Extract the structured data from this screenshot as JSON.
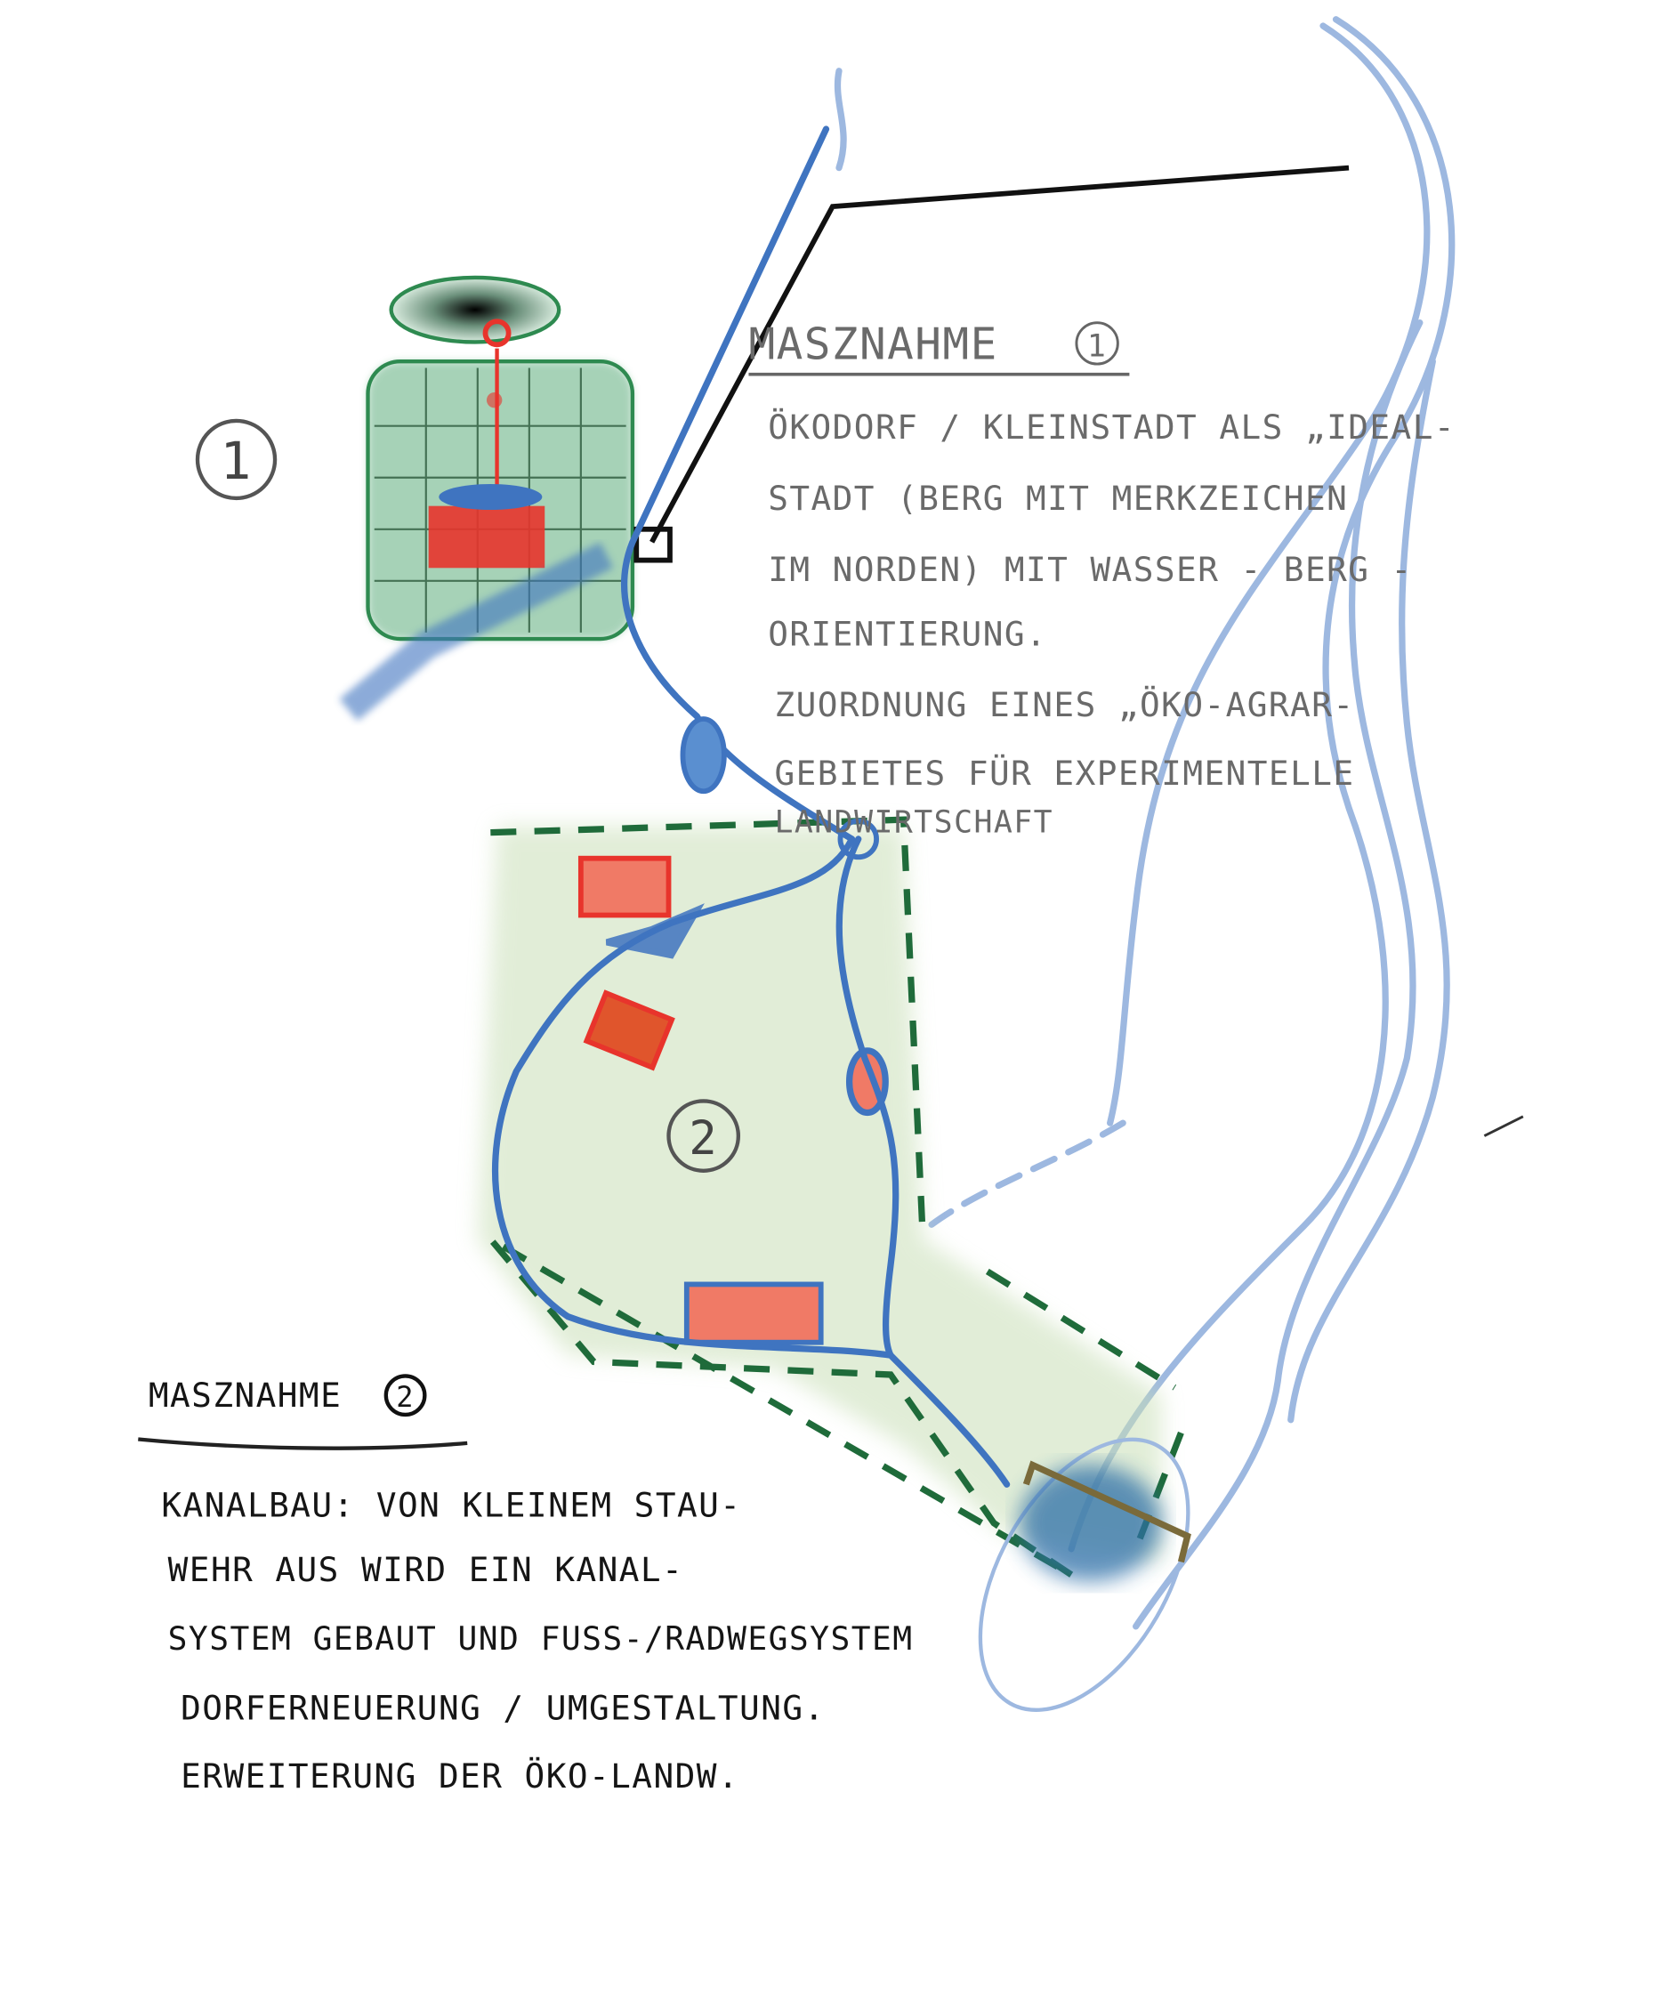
{
  "measure1": {
    "badge": "1",
    "title": "MASZNAHME",
    "title_badge": "1",
    "lines": [
      "ÖKODORF / KLEINSTADT ALS „IDEAL-",
      "STADT (BERG MIT MERKZEICHEN",
      "IM NORDEN) MIT WASSER - BERG -",
      "ORIENTIERUNG.",
      "ZUORDNUNG EINES „ÖKO-AGRAR-",
      "GEBIETES FÜR EXPERIMENTELLE",
      "LANDWIRTSCHAFT"
    ]
  },
  "measure2": {
    "badge": "2",
    "title": "MASZNAHME",
    "title_badge": "2",
    "lines": [
      "KANALBAU: VON KLEINEM STAU-",
      "WEHR AUS WIRD EIN KANAL-",
      "SYSTEM GEBAUT UND FUSS-/RADWEGSYSTEM",
      "DORFERNEUERUNG / UMGESTALTUNG.",
      "ERWEITERUNG DER ÖKO-LANDW."
    ]
  },
  "colors": {
    "river_light": "#9db8e0",
    "canal": "#3f74c0",
    "zone_green": "#1f6b3a",
    "building_red": "#e8342c",
    "weir": "#7a6a3a"
  }
}
